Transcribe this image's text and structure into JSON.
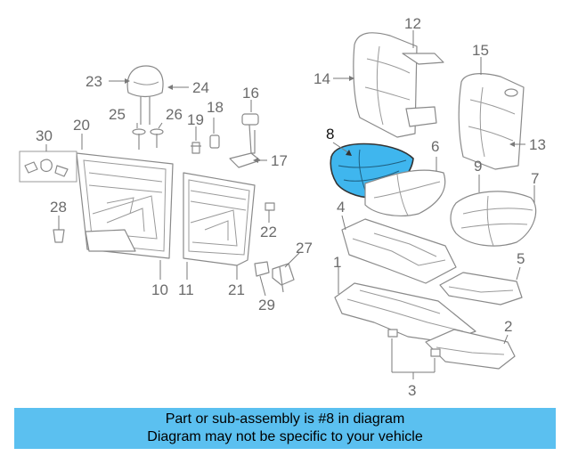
{
  "colors": {
    "highlight": "#3fb6ee",
    "caption_bg": "#5bc0f0",
    "outline": "#8a8a8a",
    "label": "#6b6b6b"
  },
  "callouts": {
    "c1": "1",
    "c2": "2",
    "c3": "3",
    "c4": "4",
    "c5": "5",
    "c6": "6",
    "c7": "7",
    "c8": "8",
    "c9": "9",
    "c10": "10",
    "c11": "11",
    "c12": "12",
    "c13": "13",
    "c14": "14",
    "c15": "15",
    "c16": "16",
    "c17": "17",
    "c18": "18",
    "c19": "19",
    "c20": "20",
    "c21": "21",
    "c22": "22",
    "c23": "23",
    "c24": "24",
    "c25": "25",
    "c26": "26",
    "c27": "27",
    "c28": "28",
    "c29": "29",
    "c30": "30"
  },
  "highlighted_part": "8",
  "caption": {
    "line1": "Part or sub-assembly is #8 in diagram",
    "line2": "Diagram may not be specific to your vehicle"
  }
}
